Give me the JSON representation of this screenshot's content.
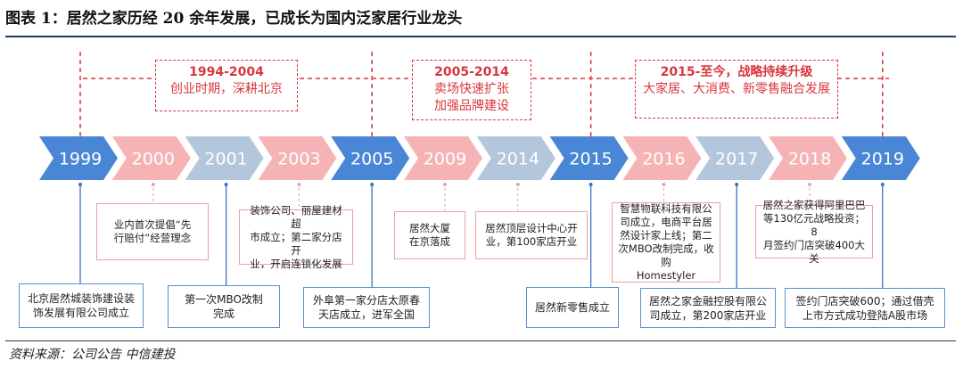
{
  "header": {
    "title": "图表 1：居然之家历经 20 余年发展，已成长为国内泛家居行业龙头"
  },
  "colors": {
    "blue_arrow": "#4a86d6",
    "pink_arrow": "#f6b3b6",
    "gray_arrow": "#b3c7dc",
    "red_dash": "#d9363e",
    "rule": "#1f3b64"
  },
  "phases": [
    {
      "range": "1994-2004",
      "desc": "创业时期，深耕北京"
    },
    {
      "range": "2005-2014",
      "desc": "卖场快速扩张\n加强品牌建设"
    },
    {
      "range": "2015-至今，战略持续升级",
      "desc": "大家居、大消费、新零售融合发展"
    }
  ],
  "timeline": [
    {
      "year": "1999",
      "color": "blue"
    },
    {
      "year": "2000",
      "color": "pink"
    },
    {
      "year": "2001",
      "color": "gray"
    },
    {
      "year": "2003",
      "color": "pink"
    },
    {
      "year": "2005",
      "color": "blue"
    },
    {
      "year": "2009",
      "color": "pink"
    },
    {
      "year": "2014",
      "color": "gray"
    },
    {
      "year": "2015",
      "color": "blue"
    },
    {
      "year": "2016",
      "color": "pink"
    },
    {
      "year": "2017",
      "color": "gray"
    },
    {
      "year": "2018",
      "color": "pink"
    },
    {
      "year": "2019",
      "color": "blue"
    }
  ],
  "events": [
    {
      "year": "1999",
      "text": "北京居然城装饰建设装\n饰发展有限公司成立",
      "style": "blue"
    },
    {
      "year": "2000",
      "text": "业内首次提倡“先\n行赔付”经营理念",
      "style": "red"
    },
    {
      "year": "2001",
      "text": "第一次MBO改制\n完成",
      "style": "blue"
    },
    {
      "year": "2003",
      "text": "装饰公司、丽屋建材超\n市成立；第二家分店开\n业，开启连锁化发展",
      "style": "red"
    },
    {
      "year": "2005",
      "text": "外阜第一家分店太原春\n天店成立，进军全国",
      "style": "blue"
    },
    {
      "year": "2009",
      "text": "居然大厦\n在京落成",
      "style": "red"
    },
    {
      "year": "2014",
      "text": "居然顶层设计中心开\n业，第100家店开业",
      "style": "red"
    },
    {
      "year": "2015",
      "text": "居然新零售成立",
      "style": "blue"
    },
    {
      "year": "2016",
      "text": "智慧物联科技有限公\n司成立，电商平台居\n然设计家上线；第二\n次MBO改制完成，收购\nHomestyler",
      "style": "red"
    },
    {
      "year": "2017",
      "text": "居然之家金融控股有限公\n司成立，第200家店开业",
      "style": "blue"
    },
    {
      "year": "2018",
      "text": "居然之家获得阿里巴巴\n等130亿元战略投资；8\n月签约门店突破400大关",
      "style": "red"
    },
    {
      "year": "2019",
      "text": "签约门店突破600；通过借壳\n上市方式成功登陆A股市场",
      "style": "blue"
    }
  ],
  "footer": {
    "source": "资料来源：公司公告    中信建投"
  }
}
